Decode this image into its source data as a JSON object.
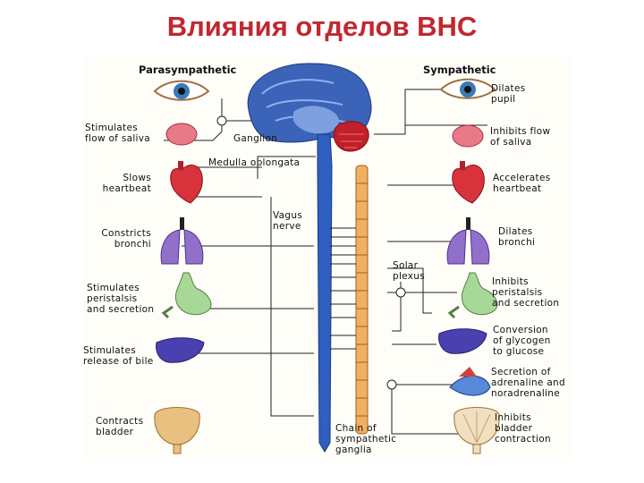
{
  "title": "Влияния отделов ВНС",
  "headers": {
    "parasympathetic": "Parasympathetic",
    "sympathetic": "Sympathetic"
  },
  "center_labels": {
    "ganglion": "Ganglion",
    "medulla": "Medulla oblongata",
    "vagus": "Vagus\nnerve",
    "solar": "Solar\nplexus",
    "chain": "Chain of\nsympathetic\nganglia"
  },
  "parasympathetic_effects": [
    "Stimulates\nflow of saliva",
    "Slows\nheartbeat",
    "Constricts\nbronchi",
    "Stimulates\nperistalsis\nand secretion",
    "Stimulates\nrelease of bile",
    "Contracts\nbladder"
  ],
  "sympathetic_effects": [
    "Dilates\npupil",
    "Inhibits flow\nof saliva",
    "Accelerates\nheartbeat",
    "Dilates\nbronchi",
    "Inhibits\nperistalsis\nand secretion",
    "Conversion\nof glycogen\nto glucose",
    "Secretion of\nadrenaline and\nnoradrenaline",
    "Inhibits\nbladder\ncontraction"
  ],
  "colors": {
    "title": "#c0282f",
    "brain": "#3b63b8",
    "cerebellum": "#c0202a",
    "spinal_cord": "#2f5fc0",
    "chain": "#f0b060",
    "heart": "#d8323c",
    "lungs": "#9070c8",
    "stomach": "#a8d898",
    "liver": "#4a40b0",
    "bladder": "#e8c080",
    "gland": "#5888d8",
    "eye_iris": "#3a7ab8"
  }
}
